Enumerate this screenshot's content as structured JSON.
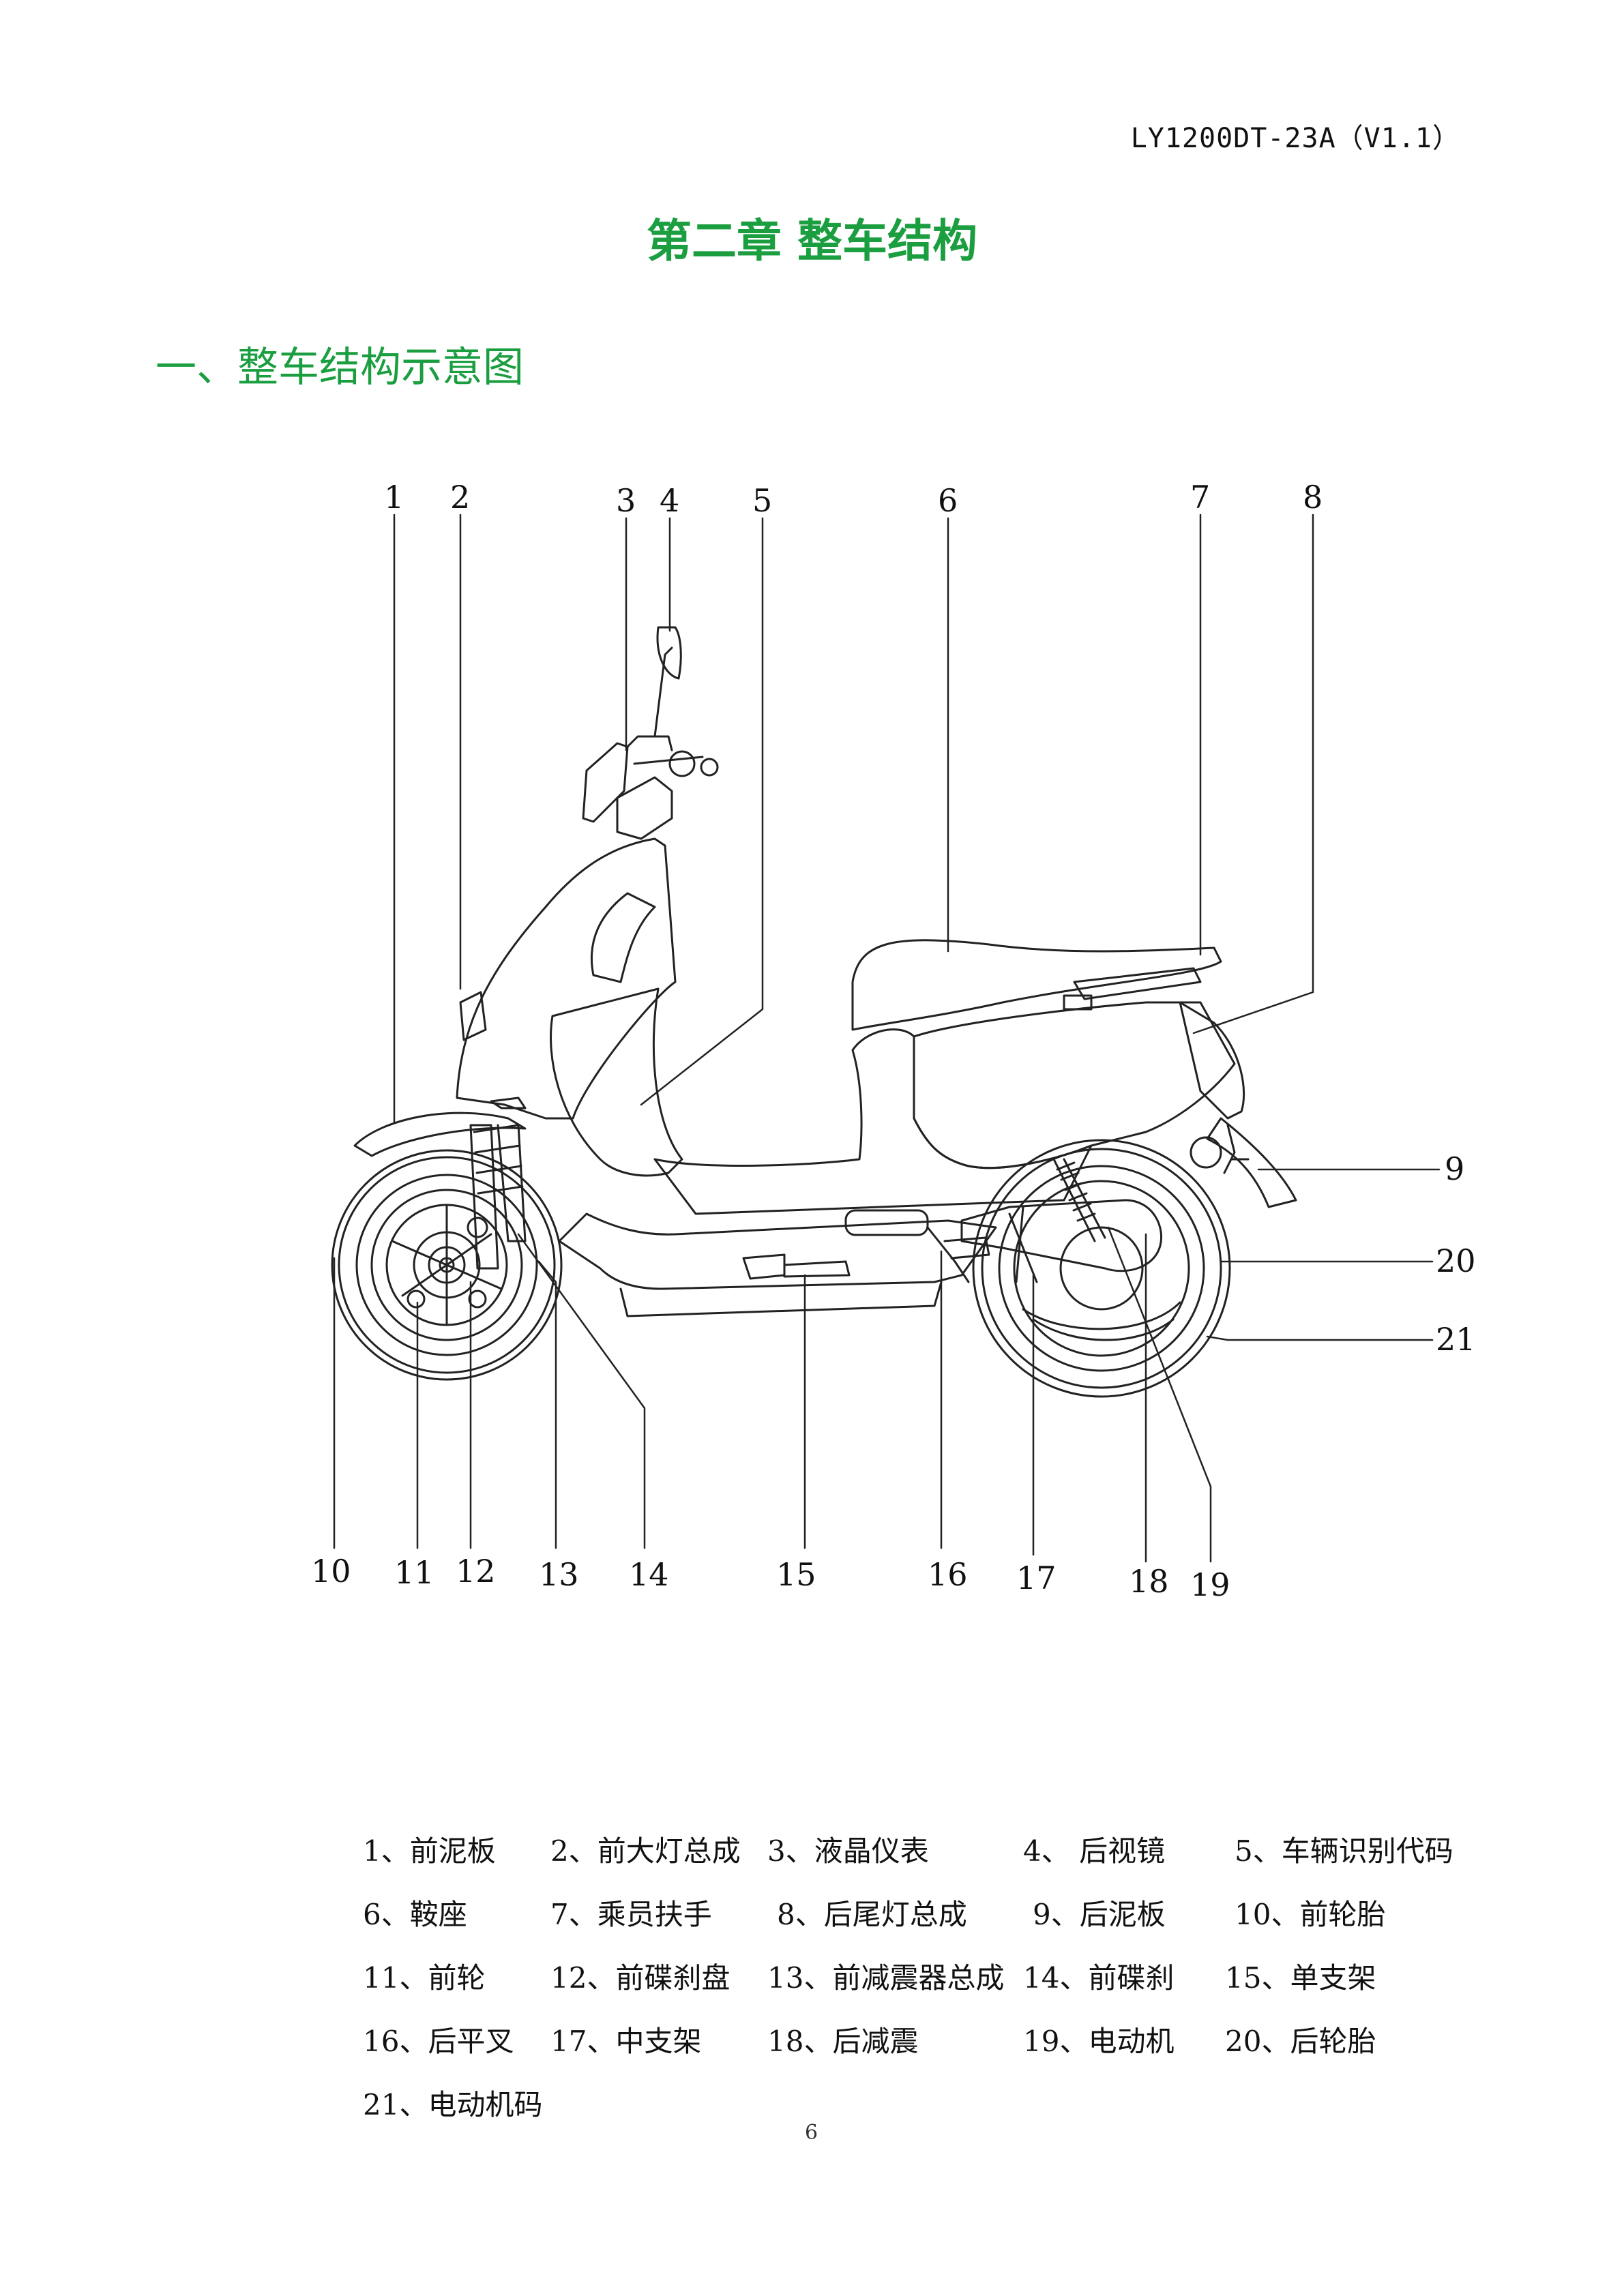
{
  "header": {
    "doc_code": "LY1200DT-23A（V1.1）"
  },
  "chapter": {
    "title": "第二章 整车结构",
    "color": "#1a9e3f"
  },
  "section": {
    "title": "一、整车结构示意图",
    "color": "#1a9e3f"
  },
  "diagram": {
    "callouts": [
      "1",
      "2",
      "3",
      "4",
      "5",
      "6",
      "7",
      "8",
      "9",
      "10",
      "11",
      "12",
      "13",
      "14",
      "15",
      "16",
      "17",
      "18",
      "19",
      "20",
      "21"
    ]
  },
  "legend": {
    "rows": [
      [
        "1、前泥板",
        "2、前大灯总成",
        "3、液晶仪表",
        "4、 后视镜",
        "5、车辆识别代码"
      ],
      [
        "6、鞍座",
        "7、乘员扶手",
        "8、后尾灯总成",
        "9、后泥板",
        "10、前轮胎"
      ],
      [
        "11、前轮",
        "12、前碟刹盘",
        "13、前减震器总成",
        "14、前碟刹",
        "15、单支架"
      ],
      [
        "16、后平叉",
        "17、中支架",
        "18、后减震",
        "19、电动机",
        "20、后轮胎"
      ],
      [
        "21、电动机码"
      ]
    ]
  },
  "page": {
    "number": "6"
  }
}
